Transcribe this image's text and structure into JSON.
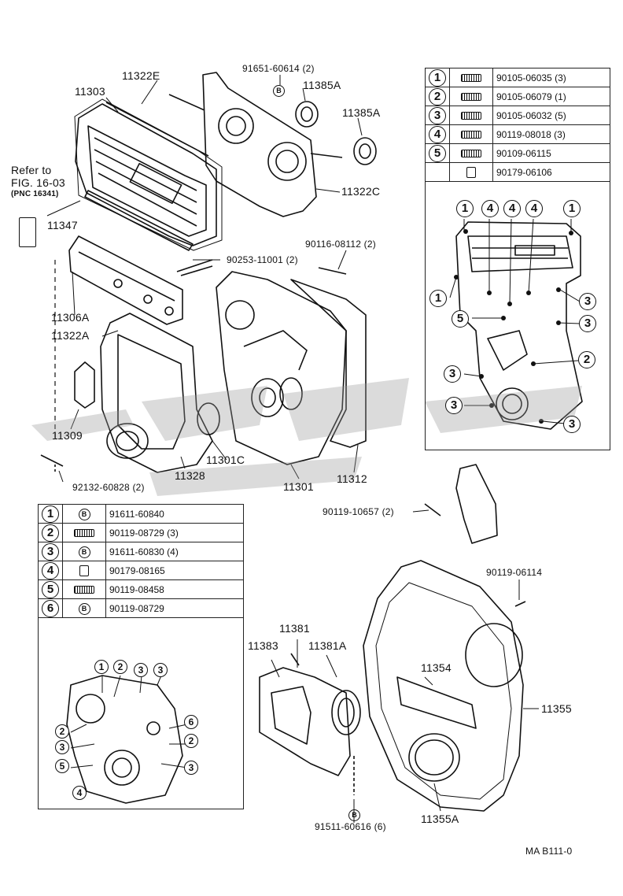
{
  "refer": {
    "line1": "Refer to",
    "line2": "FIG. 16-03",
    "line3": "(PNC 16341)"
  },
  "part_labels": {
    "p11322E": "11322E",
    "p11303": "11303",
    "p91651": "91651-60614 (2)",
    "p11385A_1": "11385A",
    "p11385A_2": "11385A",
    "p11322C": "11322C",
    "p11347": "11347",
    "p90116": "90116-08112 (2)",
    "p90253": "90253-11001 (2)",
    "p11306A": "11306A",
    "p11322A": "11322A",
    "p11309": "11309",
    "p11328": "11328",
    "p11301C": "11301C",
    "p11301": "11301",
    "p11312": "11312",
    "p92132": "92132-60828 (2)",
    "p90119_10657": "90119-10657 (2)",
    "p90119_06114": "90119-06114",
    "p11381": "11381",
    "p11383": "11383",
    "p11381A": "11381A",
    "p11354": "11354",
    "p11355": "11355",
    "p11355A": "11355A",
    "p91511": "91511-60616 (6)",
    "fig_code": "MA B111-0"
  },
  "top_table": [
    {
      "num": "1",
      "icon": "bolt-icon",
      "part": "90105-06035 (3)"
    },
    {
      "num": "2",
      "icon": "bolt-icon",
      "part": "90105-06079 (1)"
    },
    {
      "num": "3",
      "icon": "bolt-icon",
      "part": "90105-06032 (5)"
    },
    {
      "num": "4",
      "icon": "bolt-icon",
      "part": "90119-08018 (3)"
    },
    {
      "num": "5",
      "icon": "bolt-icon",
      "part": "90109-06115"
    },
    {
      "num": "",
      "icon": "nut-icon",
      "part": "90179-06106"
    }
  ],
  "bottom_table": [
    {
      "num": "1",
      "icon": "stud-b-icon",
      "part": "91611-60840"
    },
    {
      "num": "2",
      "icon": "bolt-icon",
      "part": "90119-08729 (3)"
    },
    {
      "num": "3",
      "icon": "stud-b-icon",
      "part": "91611-60830 (4)"
    },
    {
      "num": "4",
      "icon": "nut-icon",
      "part": "90179-08165"
    },
    {
      "num": "5",
      "icon": "bolt-icon",
      "part": "90119-08458"
    },
    {
      "num": "6",
      "icon": "stud-b-icon",
      "part": "90119-08729"
    }
  ],
  "callout_b": "B",
  "top_inset_callouts": [
    "1",
    "4",
    "4",
    "4",
    "1",
    "1",
    "3",
    "5",
    "3",
    "2",
    "3",
    "3",
    "3"
  ],
  "bottom_inset_callouts": [
    "1",
    "2",
    "3",
    "3",
    "2",
    "3",
    "5",
    "6",
    "2",
    "3",
    "4"
  ]
}
